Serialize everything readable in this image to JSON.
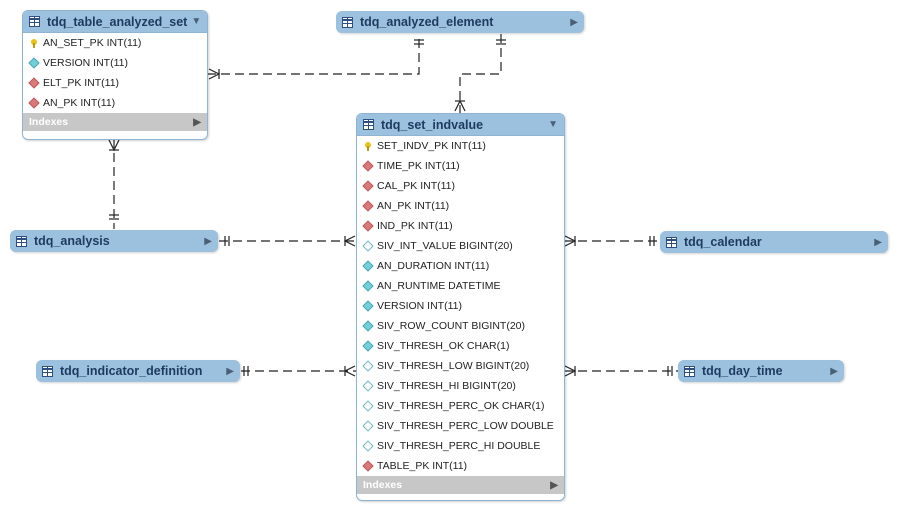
{
  "entities": {
    "table_analyzed_set": {
      "title": "tdq_table_analyzed_set",
      "columns": [
        {
          "text": "AN_SET_PK INT(11)"
        },
        {
          "text": "VERSION INT(11)"
        },
        {
          "text": "ELT_PK INT(11)"
        },
        {
          "text": "AN_PK INT(11)"
        }
      ],
      "indexes_label": "Indexes"
    },
    "analyzed_element": {
      "title": "tdq_analyzed_element"
    },
    "set_indvalue": {
      "title": "tdq_set_indvalue",
      "columns": [
        {
          "text": "SET_INDV_PK INT(11)"
        },
        {
          "text": "TIME_PK INT(11)"
        },
        {
          "text": "CAL_PK INT(11)"
        },
        {
          "text": "AN_PK INT(11)"
        },
        {
          "text": "IND_PK INT(11)"
        },
        {
          "text": "SIV_INT_VALUE BIGINT(20)"
        },
        {
          "text": "AN_DURATION INT(11)"
        },
        {
          "text": "AN_RUNTIME DATETIME"
        },
        {
          "text": "VERSION INT(11)"
        },
        {
          "text": "SIV_ROW_COUNT BIGINT(20)"
        },
        {
          "text": "SIV_THRESH_OK CHAR(1)"
        },
        {
          "text": "SIV_THRESH_LOW BIGINT(20)"
        },
        {
          "text": "SIV_THRESH_HI BIGINT(20)"
        },
        {
          "text": "SIV_THRESH_PERC_OK CHAR(1)"
        },
        {
          "text": "SIV_THRESH_PERC_LOW DOUBLE"
        },
        {
          "text": "SIV_THRESH_PERC_HI DOUBLE"
        },
        {
          "text": "TABLE_PK INT(11)"
        }
      ],
      "indexes_label": "Indexes"
    },
    "analysis": {
      "title": "tdq_analysis"
    },
    "calendar": {
      "title": "tdq_calendar"
    },
    "indicator_definition": {
      "title": "tdq_indicator_definition"
    },
    "day_time": {
      "title": "tdq_day_time"
    }
  },
  "icons": {
    "collapse": "triangle-down-icon",
    "expand": "triangle-right-icon",
    "table": "table-icon",
    "primary_key": "key-icon",
    "foreign_key": "diamond-red-icon",
    "not_null": "diamond-cyan-icon",
    "nullable": "diamond-white-icon"
  },
  "colors": {
    "header": "#9cc1df",
    "connector": "#222222",
    "indexes_bar": "#c7c7c7",
    "title_text": "#1f3a5f"
  }
}
